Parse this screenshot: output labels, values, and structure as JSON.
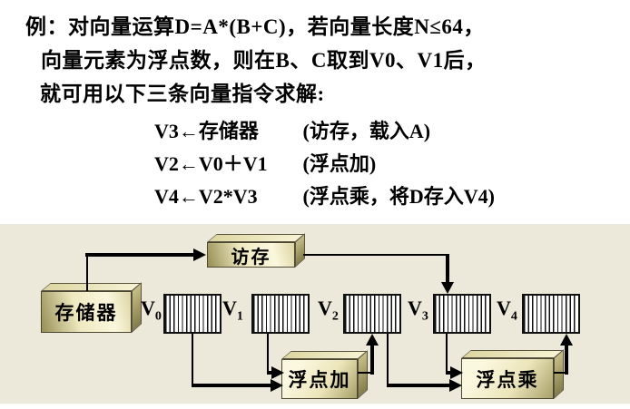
{
  "slide": {
    "intro_lines": [
      "例：对向量运算D=A*(B+C)，若向量长度N≤64，",
      "向量元素为浮点数，则在B、C取到V0、V1后，",
      "就可用以下三条向量指令求解:"
    ],
    "instructions": [
      {
        "code": "V3←存储器",
        "comment": "(访存，载入A)"
      },
      {
        "code": "V2←V0＋V1",
        "comment": "(浮点加)"
      },
      {
        "code": "V4←V2*V3",
        "comment": "(浮点乘，将D存入V4)"
      }
    ]
  },
  "diagram": {
    "panel_color": "#ece9da",
    "box_light_color": "#fbf8e0",
    "box_dark_color": "#a8a068",
    "boxes": {
      "memory": "存储器",
      "mem_access": "访存",
      "float_add": "浮点加",
      "float_mul": "浮点乘"
    },
    "registers": [
      {
        "name": "V",
        "sub": "0"
      },
      {
        "name": "V",
        "sub": "1"
      },
      {
        "name": "V",
        "sub": "2"
      },
      {
        "name": "V",
        "sub": "3"
      },
      {
        "name": "V",
        "sub": "4"
      }
    ]
  }
}
